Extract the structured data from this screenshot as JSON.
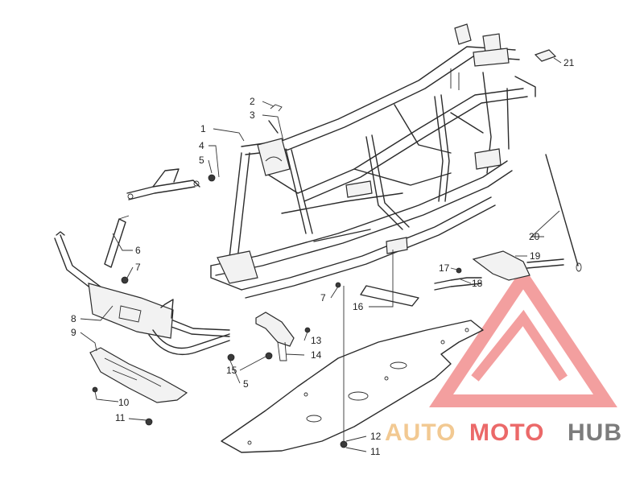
{
  "callouts": [
    {
      "id": "c1",
      "label": "1"
    },
    {
      "id": "c2",
      "label": "2"
    },
    {
      "id": "c3",
      "label": "3"
    },
    {
      "id": "c4",
      "label": "4"
    },
    {
      "id": "c5a",
      "label": "5"
    },
    {
      "id": "c5b",
      "label": "5"
    },
    {
      "id": "c6",
      "label": "6"
    },
    {
      "id": "c7a",
      "label": "7"
    },
    {
      "id": "c7b",
      "label": "7"
    },
    {
      "id": "c8",
      "label": "8"
    },
    {
      "id": "c9",
      "label": "9"
    },
    {
      "id": "c10",
      "label": "10"
    },
    {
      "id": "c11a",
      "label": "11"
    },
    {
      "id": "c11b",
      "label": "11"
    },
    {
      "id": "c12",
      "label": "12"
    },
    {
      "id": "c13",
      "label": "13"
    },
    {
      "id": "c14",
      "label": "14"
    },
    {
      "id": "c15",
      "label": "15"
    },
    {
      "id": "c16",
      "label": "16"
    },
    {
      "id": "c17",
      "label": "17"
    },
    {
      "id": "c18",
      "label": "18"
    },
    {
      "id": "c19",
      "label": "19"
    },
    {
      "id": "c20",
      "label": "20"
    },
    {
      "id": "c21",
      "label": "21"
    }
  ],
  "watermark": {
    "part1": "AUTO",
    "part2": "MOTO",
    "part3": "HUB",
    "color_main": "#f0c080",
    "color_accent": "#e85050",
    "color_dark": "#666666"
  }
}
